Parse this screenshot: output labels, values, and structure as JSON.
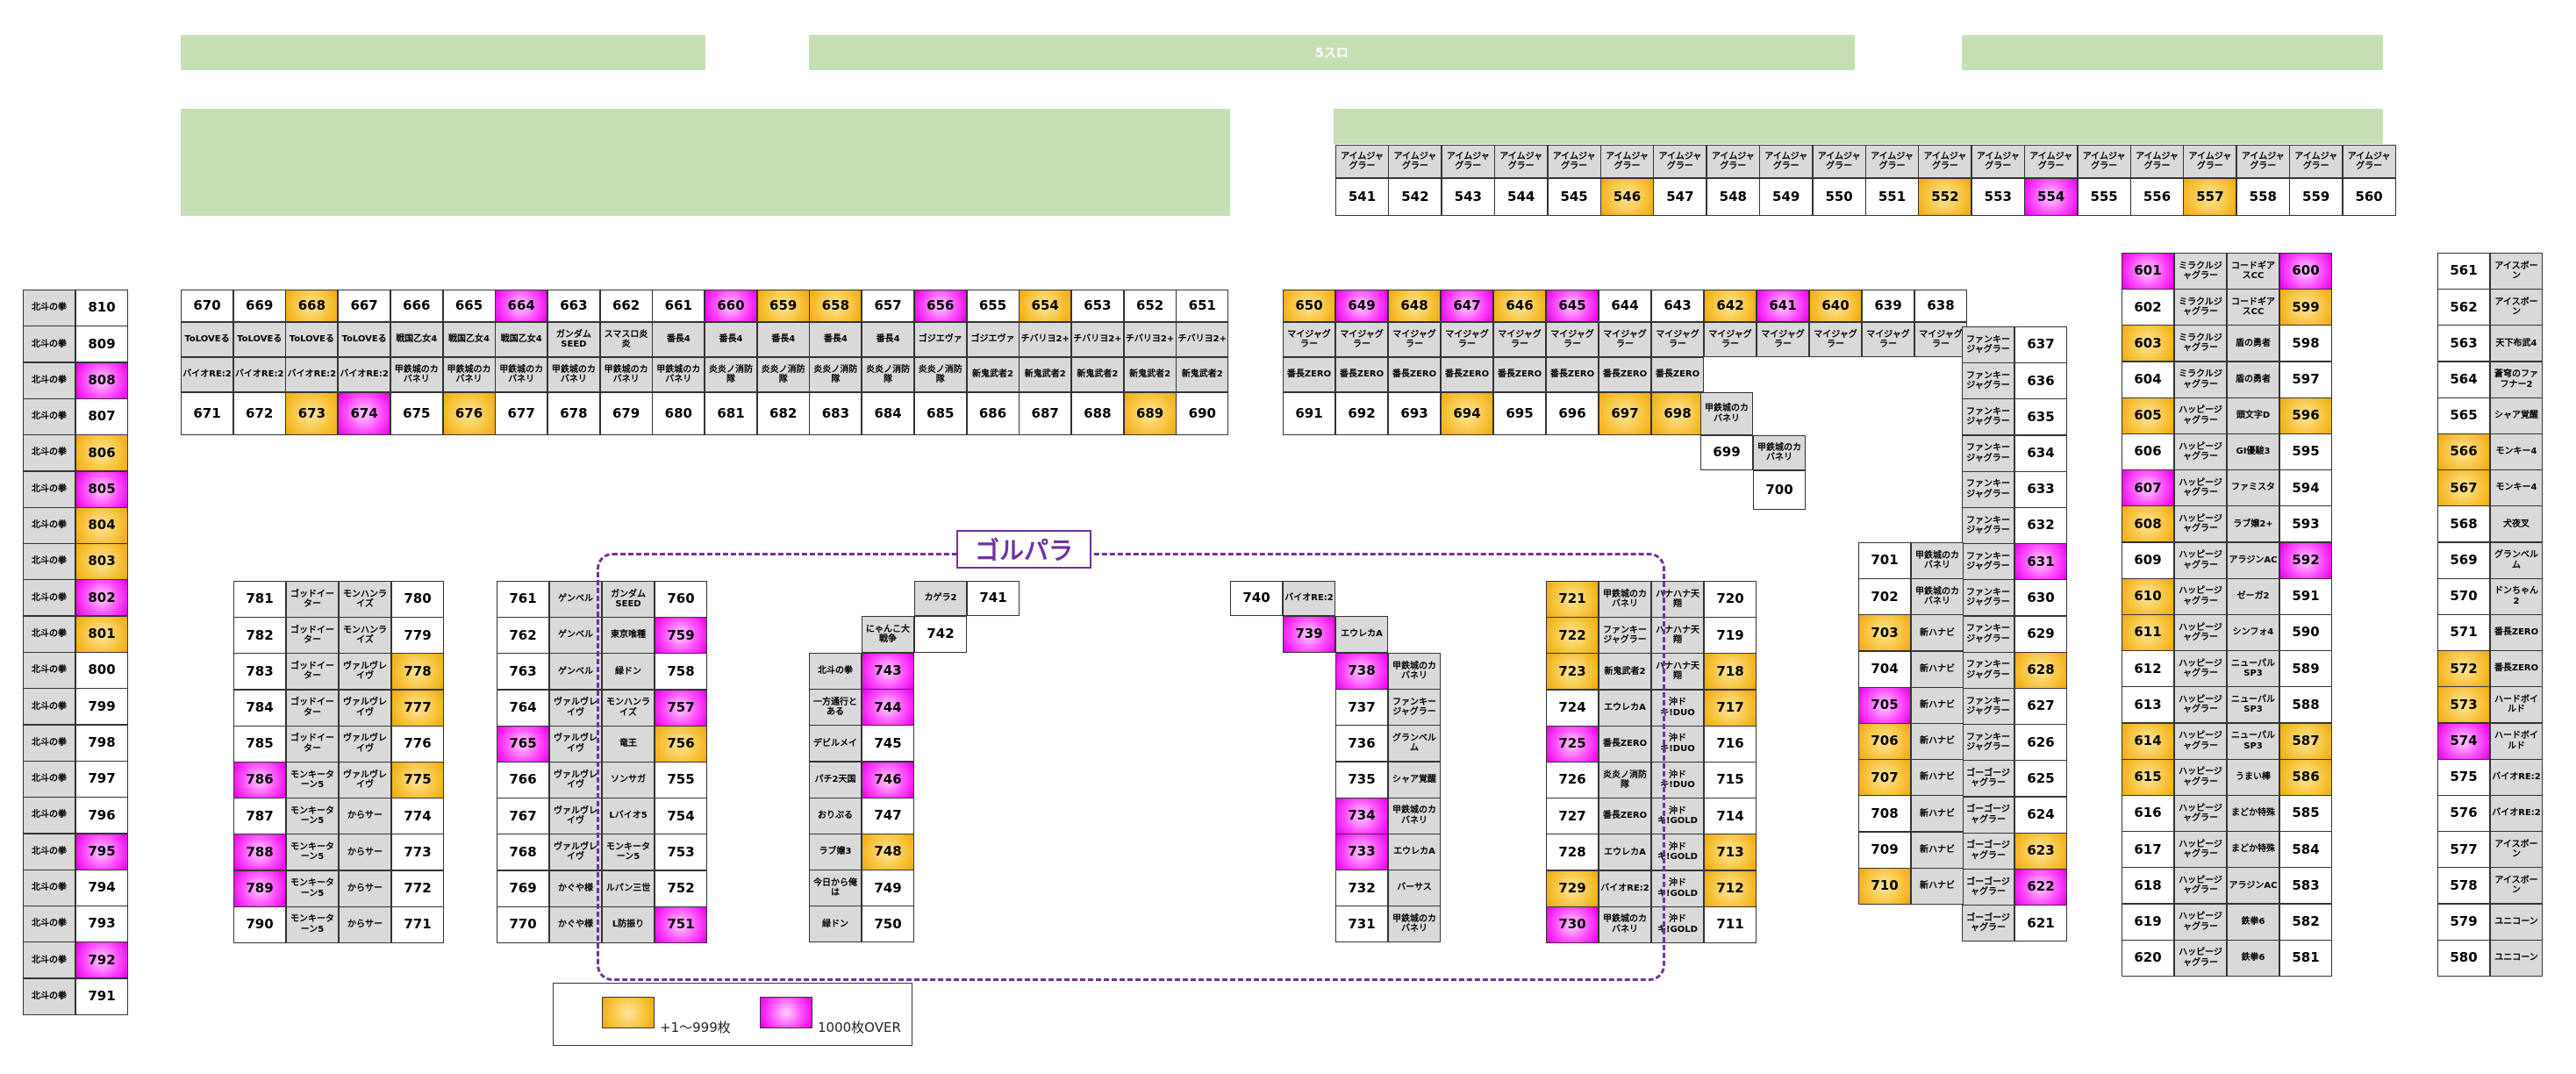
{
  "header": {
    "top_label": "5スロ"
  },
  "colors": {
    "band": "#c6e0b4",
    "name_cell": "#d9d9d9",
    "orange": "#f7c23b",
    "magenta": "#ff33ff",
    "golpara": "#7030a0"
  },
  "golpara": {
    "label": "ゴルパラ"
  },
  "legend": {
    "orange_label": "+1～999枚",
    "magenta_label": "1000枚OVER"
  },
  "machines": {
    "541": [
      "アイムジャグラー",
      ""
    ],
    "542": [
      "アイムジャグラー",
      ""
    ],
    "543": [
      "アイムジャグラー",
      ""
    ],
    "544": [
      "アイムジャグラー",
      ""
    ],
    "545": [
      "アイムジャグラー",
      ""
    ],
    "546": [
      "アイムジャグラー",
      "o"
    ],
    "547": [
      "アイムジャグラー",
      ""
    ],
    "548": [
      "アイムジャグラー",
      ""
    ],
    "549": [
      "アイムジャグラー",
      ""
    ],
    "550": [
      "アイムジャグラー",
      ""
    ],
    "551": [
      "アイムジャグラー",
      ""
    ],
    "552": [
      "アイムジャグラー",
      "o"
    ],
    "553": [
      "アイムジャグラー",
      ""
    ],
    "554": [
      "アイムジャグラー",
      "p"
    ],
    "555": [
      "アイムジャグラー",
      ""
    ],
    "556": [
      "アイムジャグラー",
      ""
    ],
    "557": [
      "アイムジャグラー",
      "o"
    ],
    "558": [
      "アイムジャグラー",
      ""
    ],
    "559": [
      "アイムジャグラー",
      ""
    ],
    "560": [
      "アイムジャグラー",
      ""
    ],
    "810": [
      "北斗の拳",
      ""
    ],
    "809": [
      "北斗の拳",
      ""
    ],
    "808": [
      "北斗の拳",
      "p"
    ],
    "807": [
      "北斗の拳",
      ""
    ],
    "806": [
      "北斗の拳",
      "o"
    ],
    "805": [
      "北斗の拳",
      "p"
    ],
    "804": [
      "北斗の拳",
      "o"
    ],
    "803": [
      "北斗の拳",
      "o"
    ],
    "802": [
      "北斗の拳",
      "p"
    ],
    "801": [
      "北斗の拳",
      "o"
    ],
    "800": [
      "北斗の拳",
      ""
    ],
    "799": [
      "北斗の拳",
      ""
    ],
    "798": [
      "北斗の拳",
      ""
    ],
    "797": [
      "北斗の拳",
      ""
    ],
    "796": [
      "北斗の拳",
      ""
    ],
    "795": [
      "北斗の拳",
      "p"
    ],
    "794": [
      "北斗の拳",
      ""
    ],
    "793": [
      "北斗の拳",
      ""
    ],
    "792": [
      "北斗の拳",
      "p"
    ],
    "791": [
      "北斗の拳",
      ""
    ],
    "670": [
      "ToLOVEる",
      ""
    ],
    "669": [
      "ToLOVEる",
      ""
    ],
    "668": [
      "ToLOVEる",
      "o"
    ],
    "667": [
      "ToLOVEる",
      ""
    ],
    "666": [
      "戦国乙女4",
      ""
    ],
    "665": [
      "戦国乙女4",
      ""
    ],
    "664": [
      "戦国乙女4",
      "p"
    ],
    "663": [
      "ガンダムSEED",
      ""
    ],
    "662": [
      "スマスロ炎炎",
      ""
    ],
    "661": [
      "番長4",
      ""
    ],
    "660": [
      "番長4",
      "p"
    ],
    "659": [
      "番長4",
      "o"
    ],
    "658": [
      "番長4",
      "o"
    ],
    "657": [
      "番長4",
      ""
    ],
    "656": [
      "ゴジエヴァ",
      "p"
    ],
    "655": [
      "ゴジエヴァ",
      ""
    ],
    "654": [
      "チバリヨ2+",
      "o"
    ],
    "653": [
      "チバリヨ2+",
      ""
    ],
    "652": [
      "チバリヨ2+",
      ""
    ],
    "651": [
      "チバリヨ2+",
      ""
    ],
    "671": [
      "バイオRE:2",
      ""
    ],
    "672": [
      "バイオRE:2",
      ""
    ],
    "673": [
      "バイオRE:2",
      "o"
    ],
    "674": [
      "バイオRE:2",
      "p"
    ],
    "675": [
      "甲鉄城のカバネリ",
      ""
    ],
    "676": [
      "甲鉄城のカバネリ",
      "o"
    ],
    "677": [
      "甲鉄城のカバネリ",
      ""
    ],
    "678": [
      "甲鉄城のカバネリ",
      ""
    ],
    "679": [
      "甲鉄城のカバネリ",
      ""
    ],
    "680": [
      "甲鉄城のカバネリ",
      ""
    ],
    "681": [
      "炎炎ノ消防隊",
      ""
    ],
    "682": [
      "炎炎ノ消防隊",
      ""
    ],
    "683": [
      "炎炎ノ消防隊",
      ""
    ],
    "684": [
      "炎炎ノ消防隊",
      ""
    ],
    "685": [
      "炎炎ノ消防隊",
      ""
    ],
    "686": [
      "新鬼武者2",
      ""
    ],
    "687": [
      "新鬼武者2",
      ""
    ],
    "688": [
      "新鬼武者2",
      ""
    ],
    "689": [
      "新鬼武者2",
      "o"
    ],
    "690": [
      "新鬼武者2",
      ""
    ],
    "650": [
      "マイジャグラー",
      "o"
    ],
    "649": [
      "マイジャグラー",
      "p"
    ],
    "648": [
      "マイジャグラー",
      "o"
    ],
    "647": [
      "マイジャグラー",
      "p"
    ],
    "646": [
      "マイジャグラー",
      "o"
    ],
    "645": [
      "マイジャグラー",
      "p"
    ],
    "644": [
      "マイジャグラー",
      ""
    ],
    "643": [
      "マイジャグラー",
      ""
    ],
    "642": [
      "マイジャグラー",
      "o"
    ],
    "641": [
      "マイジャグラー",
      "p"
    ],
    "640": [
      "マイジャグラー",
      "o"
    ],
    "639": [
      "マイジャグラー",
      ""
    ],
    "638": [
      "マイジャグラー",
      ""
    ],
    "691": [
      "番長ZERO",
      ""
    ],
    "692": [
      "番長ZERO",
      ""
    ],
    "693": [
      "番長ZERO",
      ""
    ],
    "694": [
      "番長ZERO",
      "o"
    ],
    "695": [
      "番長ZERO",
      ""
    ],
    "696": [
      "番長ZERO",
      ""
    ],
    "697": [
      "番長ZERO",
      "o"
    ],
    "698": [
      "番長ZERO",
      "o"
    ],
    "699": [
      "甲鉄城のカバネリ",
      ""
    ],
    "700": [
      "甲鉄城のカバネリ",
      ""
    ],
    "637": [
      "ファンキージャグラー",
      ""
    ],
    "636": [
      "ファンキージャグラー",
      ""
    ],
    "635": [
      "ファンキージャグラー",
      ""
    ],
    "634": [
      "ファンキージャグラー",
      ""
    ],
    "633": [
      "ファンキージャグラー",
      ""
    ],
    "632": [
      "ファンキージャグラー",
      ""
    ],
    "631": [
      "ファンキージャグラー",
      "p"
    ],
    "630": [
      "ファンキージャグラー",
      ""
    ],
    "629": [
      "ファンキージャグラー",
      ""
    ],
    "628": [
      "ファンキージャグラー",
      "o"
    ],
    "627": [
      "ファンキージャグラー",
      ""
    ],
    "626": [
      "ファンキージャグラー",
      ""
    ],
    "625": [
      "ゴーゴージャグラー",
      ""
    ],
    "624": [
      "ゴーゴージャグラー",
      ""
    ],
    "623": [
      "ゴーゴージャグラー",
      "o"
    ],
    "622": [
      "ゴーゴージャグラー",
      "p"
    ],
    "621": [
      "ゴーゴージャグラー",
      ""
    ],
    "701": [
      "甲鉄城のカバネリ",
      ""
    ],
    "702": [
      "甲鉄城のカバネリ",
      ""
    ],
    "703": [
      "新ハナビ",
      "o"
    ],
    "704": [
      "新ハナビ",
      ""
    ],
    "705": [
      "新ハナビ",
      "p"
    ],
    "706": [
      "新ハナビ",
      "o"
    ],
    "707": [
      "新ハナビ",
      "o"
    ],
    "708": [
      "新ハナビ",
      ""
    ],
    "709": [
      "新ハナビ",
      ""
    ],
    "710": [
      "新ハナビ",
      "o"
    ],
    "601": [
      "ミラクルジャグラー",
      "p"
    ],
    "602": [
      "ミラクルジャグラー",
      ""
    ],
    "603": [
      "ミラクルジャグラー",
      "o"
    ],
    "604": [
      "ミラクルジャグラー",
      ""
    ],
    "605": [
      "ハッピージャグラー",
      "o"
    ],
    "606": [
      "ハッピージャグラー",
      ""
    ],
    "607": [
      "ハッピージャグラー",
      "p"
    ],
    "608": [
      "ハッピージャグラー",
      "o"
    ],
    "609": [
      "ハッピージャグラー",
      ""
    ],
    "610": [
      "ハッピージャグラー",
      "o"
    ],
    "611": [
      "ハッピージャグラー",
      "o"
    ],
    "612": [
      "ハッピージャグラー",
      ""
    ],
    "613": [
      "ハッピージャグラー",
      ""
    ],
    "614": [
      "ハッピージャグラー",
      "o"
    ],
    "615": [
      "ハッピージャグラー",
      "o"
    ],
    "616": [
      "ハッピージャグラー",
      ""
    ],
    "617": [
      "ハッピージャグラー",
      ""
    ],
    "618": [
      "ハッピージャグラー",
      ""
    ],
    "619": [
      "ハッピージャグラー",
      ""
    ],
    "620": [
      "ハッピージャグラー",
      ""
    ],
    "600": [
      "コードギアスCC",
      "p"
    ],
    "599": [
      "コードギアスCC",
      "o"
    ],
    "598": [
      "盾の勇者",
      ""
    ],
    "597": [
      "盾の勇者",
      ""
    ],
    "596": [
      "頭文字D",
      "o"
    ],
    "595": [
      "GI優駿3",
      ""
    ],
    "594": [
      "ファミスタ",
      ""
    ],
    "593": [
      "ラブ嬢2+",
      ""
    ],
    "592": [
      "アラジンAC",
      "p"
    ],
    "591": [
      "ゼーガ2",
      ""
    ],
    "590": [
      "シンフォ4",
      ""
    ],
    "589": [
      "ニューパルSP3",
      ""
    ],
    "588": [
      "ニューパルSP3",
      ""
    ],
    "587": [
      "ニューパルSP3",
      "o"
    ],
    "586": [
      "うまい棒",
      "o"
    ],
    "585": [
      "まどか特殊",
      ""
    ],
    "584": [
      "まどか特殊",
      ""
    ],
    "583": [
      "アラジンAC",
      ""
    ],
    "582": [
      "鉄拳6",
      ""
    ],
    "581": [
      "鉄拳6",
      ""
    ],
    "561": [
      "アイスボーン",
      ""
    ],
    "562": [
      "アイスボーン",
      ""
    ],
    "563": [
      "天下布武4",
      ""
    ],
    "564": [
      "蒼穹のファフナー2",
      ""
    ],
    "565": [
      "シャア覚醒",
      ""
    ],
    "566": [
      "モンキー4",
      "o"
    ],
    "567": [
      "モンキー4",
      "o"
    ],
    "568": [
      "犬夜叉",
      ""
    ],
    "569": [
      "グランベルム",
      ""
    ],
    "570": [
      "ドンちゃん2",
      ""
    ],
    "571": [
      "番長ZERO",
      ""
    ],
    "572": [
      "番長ZERO",
      "o"
    ],
    "573": [
      "ハードボイルド",
      "o"
    ],
    "574": [
      "ハードボイルド",
      "p"
    ],
    "575": [
      "バイオRE:2",
      ""
    ],
    "576": [
      "バイオRE:2",
      ""
    ],
    "577": [
      "アイスボーン",
      ""
    ],
    "578": [
      "アイスボーン",
      ""
    ],
    "579": [
      "ユニコーン",
      ""
    ],
    "580": [
      "ユニコーン",
      ""
    ],
    "781": [
      "ゴッドイーター",
      ""
    ],
    "782": [
      "ゴッドイーター",
      ""
    ],
    "783": [
      "ゴッドイーター",
      ""
    ],
    "784": [
      "ゴッドイーター",
      ""
    ],
    "785": [
      "ゴッドイーター",
      ""
    ],
    "786": [
      "モンキーターン5",
      "p"
    ],
    "787": [
      "モンキーターン5",
      ""
    ],
    "788": [
      "モンキーターン5",
      "p"
    ],
    "789": [
      "モンキーターン5",
      "p"
    ],
    "790": [
      "モンキーターン5",
      ""
    ],
    "780": [
      "モンハンライズ",
      ""
    ],
    "779": [
      "モンハンライズ",
      ""
    ],
    "778": [
      "ヴァルヴレイヴ",
      "o"
    ],
    "777": [
      "ヴァルヴレイヴ",
      "o"
    ],
    "776": [
      "ヴァルヴレイヴ",
      ""
    ],
    "775": [
      "ヴァルヴレイヴ",
      "o"
    ],
    "774": [
      "からサー",
      ""
    ],
    "773": [
      "からサー",
      ""
    ],
    "772": [
      "からサー",
      ""
    ],
    "771": [
      "からサー",
      ""
    ],
    "761": [
      "ゲンベル",
      ""
    ],
    "762": [
      "ゲンベル",
      ""
    ],
    "763": [
      "ゲンベル",
      ""
    ],
    "764": [
      "ヴァルヴレイヴ",
      ""
    ],
    "765": [
      "ヴァルヴレイヴ",
      "p"
    ],
    "766": [
      "ヴァルヴレイヴ",
      ""
    ],
    "767": [
      "ヴァルヴレイヴ",
      ""
    ],
    "768": [
      "ヴァルヴレイヴ",
      ""
    ],
    "769": [
      "かぐや様",
      ""
    ],
    "770": [
      "かぐや様",
      ""
    ],
    "760": [
      "ガンダムSEED",
      ""
    ],
    "759": [
      "東京喰種",
      "p"
    ],
    "758": [
      "緑ドン",
      ""
    ],
    "757": [
      "モンハンライズ",
      "p"
    ],
    "756": [
      "竜王",
      "o"
    ],
    "755": [
      "ソンサガ",
      ""
    ],
    "754": [
      "Lバイオ5",
      ""
    ],
    "753": [
      "モンキーターン5",
      ""
    ],
    "752": [
      "ルパン三世",
      ""
    ],
    "751": [
      "L防振り",
      "p"
    ],
    "741": [
      "カゲラ2",
      ""
    ],
    "742": [
      "にゃんこ大戦争",
      ""
    ],
    "743": [
      "北斗の拳",
      "p"
    ],
    "744": [
      "一方通行とある",
      "p"
    ],
    "745": [
      "デビルメイ",
      ""
    ],
    "746": [
      "パチ2天国",
      "p"
    ],
    "747": [
      "おりぷる",
      ""
    ],
    "748": [
      "ラブ嬢3",
      "o"
    ],
    "749": [
      "今日から俺は",
      ""
    ],
    "750": [
      "緑ドン",
      ""
    ],
    "740": [
      "バイオRE:2",
      ""
    ],
    "739": [
      "エウレカA",
      "p"
    ],
    "738": [
      "甲鉄城のカバネリ",
      "p"
    ],
    "737": [
      "ファンキージャグラー",
      ""
    ],
    "736": [
      "グランベルム",
      ""
    ],
    "735": [
      "シャア覚醒",
      ""
    ],
    "734": [
      "甲鉄城のカバネリ",
      "p"
    ],
    "733": [
      "エウレカA",
      "p"
    ],
    "732": [
      "バーサス",
      ""
    ],
    "731": [
      "甲鉄城のカバネリ",
      ""
    ],
    "721": [
      "甲鉄城のカバネリ",
      "o"
    ],
    "722": [
      "ファンキージャグラー",
      "o"
    ],
    "723": [
      "新鬼武者2",
      "o"
    ],
    "724": [
      "エウレカA",
      ""
    ],
    "725": [
      "番長ZERO",
      "p"
    ],
    "726": [
      "炎炎ノ消防隊",
      ""
    ],
    "727": [
      "番長ZERO",
      ""
    ],
    "728": [
      "エウレカA",
      ""
    ],
    "729": [
      "バイオRE:2",
      "o"
    ],
    "730": [
      "甲鉄城のカバネリ",
      "p"
    ],
    "720": [
      "ハナハナ天翔",
      ""
    ],
    "719": [
      "ハナハナ天翔",
      ""
    ],
    "718": [
      "ハナハナ天翔",
      "o"
    ],
    "717": [
      "沖ドキ!DUO",
      "o"
    ],
    "716": [
      "沖ドキ!DUO",
      ""
    ],
    "715": [
      "沖ドキ!DUO",
      ""
    ],
    "714": [
      "沖ドキ!GOLD",
      ""
    ],
    "713": [
      "沖ドキ!GOLD",
      "o"
    ],
    "712": [
      "沖ドキ!GOLD",
      "o"
    ],
    "711": [
      "沖ドキ!GOLD",
      ""
    ]
  }
}
